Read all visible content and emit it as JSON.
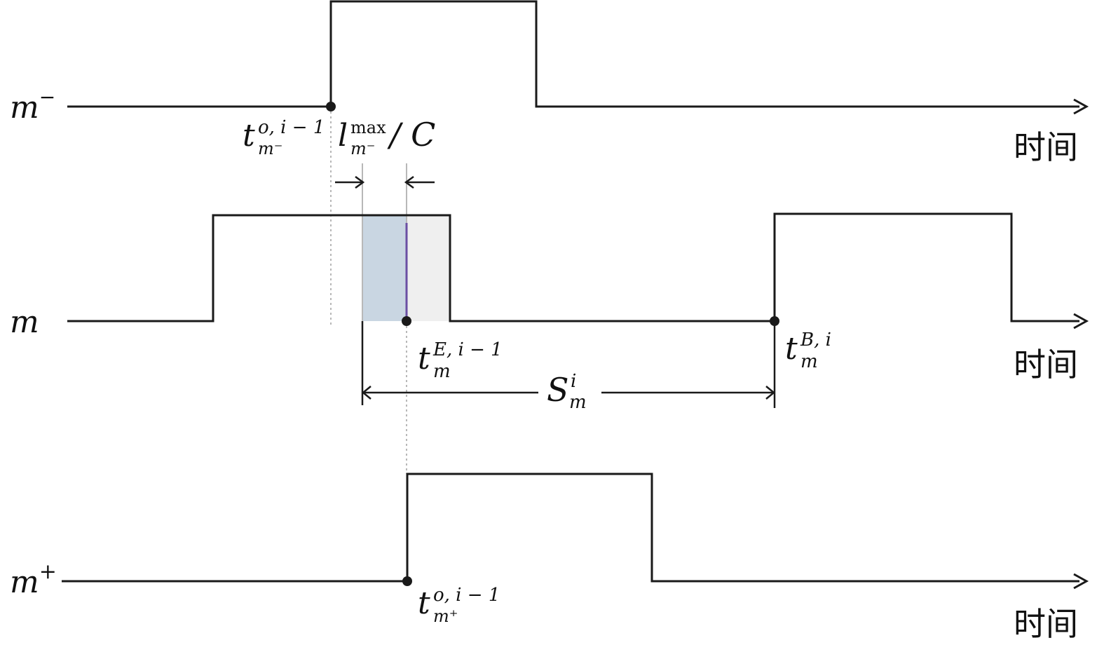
{
  "rows": [
    {
      "id": "m-minus",
      "base": "m",
      "sup": "−",
      "sub": "",
      "axis_label": "时间"
    },
    {
      "id": "m",
      "base": "m",
      "sup": "",
      "sub": "",
      "axis_label": "时间"
    },
    {
      "id": "m-plus",
      "base": "m",
      "sup": "+",
      "sub": "",
      "axis_label": "时间"
    }
  ],
  "annotations": {
    "t_o_minus": {
      "base": "t",
      "sup": "o, i − 1",
      "sub": "m⁻"
    },
    "l_max": {
      "base": "l",
      "sup": "max",
      "sub": "m⁻",
      "tail": "/ C"
    },
    "t_E": {
      "base": "t",
      "sup": "E, i − 1",
      "sub": "m"
    },
    "t_B": {
      "base": "t",
      "sup": "B, i",
      "sub": "m"
    },
    "S": {
      "base": "S",
      "sup": "i",
      "sub": "m"
    },
    "t_o_plus": {
      "base": "t",
      "sup": "o, i − 1",
      "sub": "m⁺"
    }
  },
  "colors": {
    "signal": "#1a1a1a",
    "blue_fill": "#c9d6e2",
    "gray_fill": "#efefef",
    "purple_line": "#6a4fa3",
    "guide": "#b8b8b8"
  }
}
